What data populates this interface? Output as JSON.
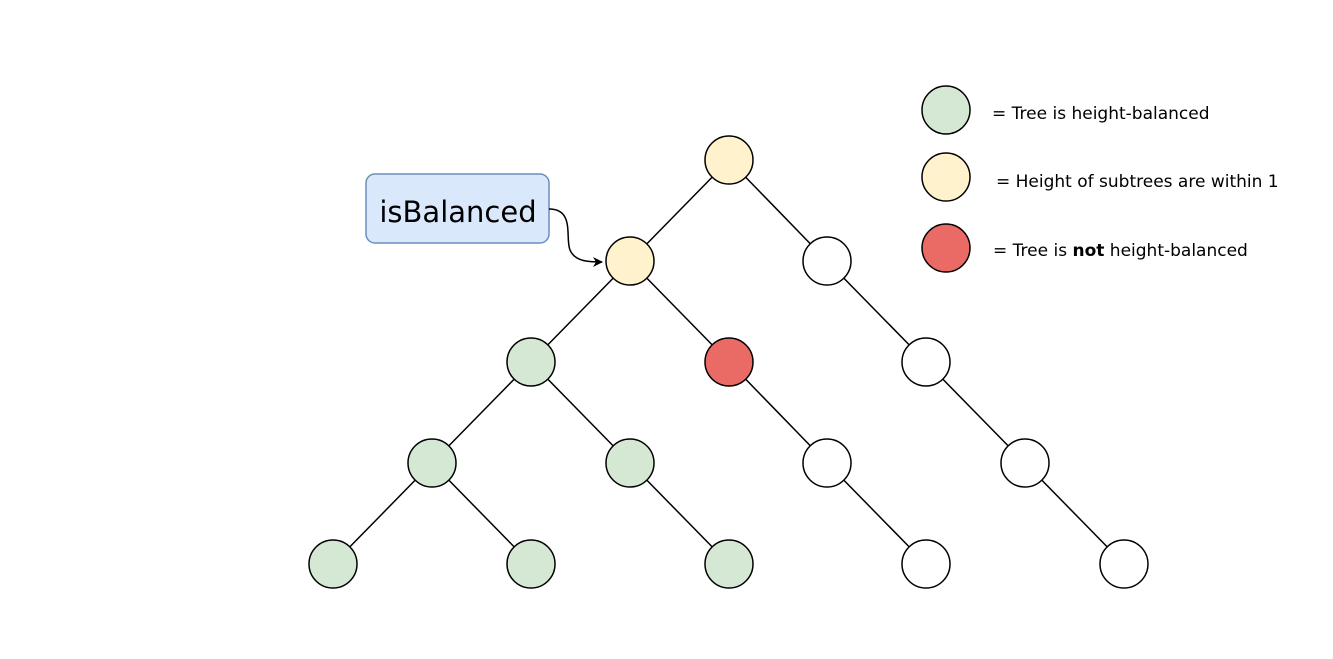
{
  "colors": {
    "balanced": "#d5e8d4",
    "within_one": "#fff2cc",
    "not_balanced": "#ea6b66",
    "unvisited": "#ffffff",
    "callout_fill": "#dae8fc",
    "callout_border": "#6c8ebf"
  },
  "callout": {
    "label": "isBalanced"
  },
  "legend": {
    "items": [
      {
        "state": "balanced",
        "text": "= Tree is height-balanced"
      },
      {
        "state": "within_one",
        "text": "= Height of subtrees are within 1"
      },
      {
        "state": "not_balanced",
        "text_before": "= Tree is ",
        "text_bold": "not",
        "text_after": " height-balanced"
      }
    ]
  },
  "tree": {
    "nodes": [
      {
        "id": "root",
        "state": "within_one"
      },
      {
        "id": "L",
        "state": "within_one"
      },
      {
        "id": "R",
        "state": "unvisited"
      },
      {
        "id": "LL",
        "state": "balanced"
      },
      {
        "id": "LR",
        "state": "not_balanced"
      },
      {
        "id": "RR",
        "state": "unvisited"
      },
      {
        "id": "LLL",
        "state": "balanced"
      },
      {
        "id": "LLR",
        "state": "balanced"
      },
      {
        "id": "LRR",
        "state": "unvisited"
      },
      {
        "id": "RRR",
        "state": "unvisited"
      },
      {
        "id": "LLLL",
        "state": "balanced"
      },
      {
        "id": "LLLR",
        "state": "balanced"
      },
      {
        "id": "LLRR",
        "state": "balanced"
      },
      {
        "id": "LRRR",
        "state": "unvisited"
      },
      {
        "id": "RRRR",
        "state": "unvisited"
      }
    ],
    "edges": [
      [
        "root",
        "L"
      ],
      [
        "root",
        "R"
      ],
      [
        "L",
        "LL"
      ],
      [
        "L",
        "LR"
      ],
      [
        "R",
        "RR"
      ],
      [
        "LL",
        "LLL"
      ],
      [
        "LL",
        "LLR"
      ],
      [
        "LR",
        "LRR"
      ],
      [
        "RR",
        "RRR"
      ],
      [
        "LLL",
        "LLLL"
      ],
      [
        "LLL",
        "LLLR"
      ],
      [
        "LLR",
        "LLRR"
      ],
      [
        "LRR",
        "LRRR"
      ],
      [
        "RRR",
        "RRRR"
      ]
    ]
  }
}
